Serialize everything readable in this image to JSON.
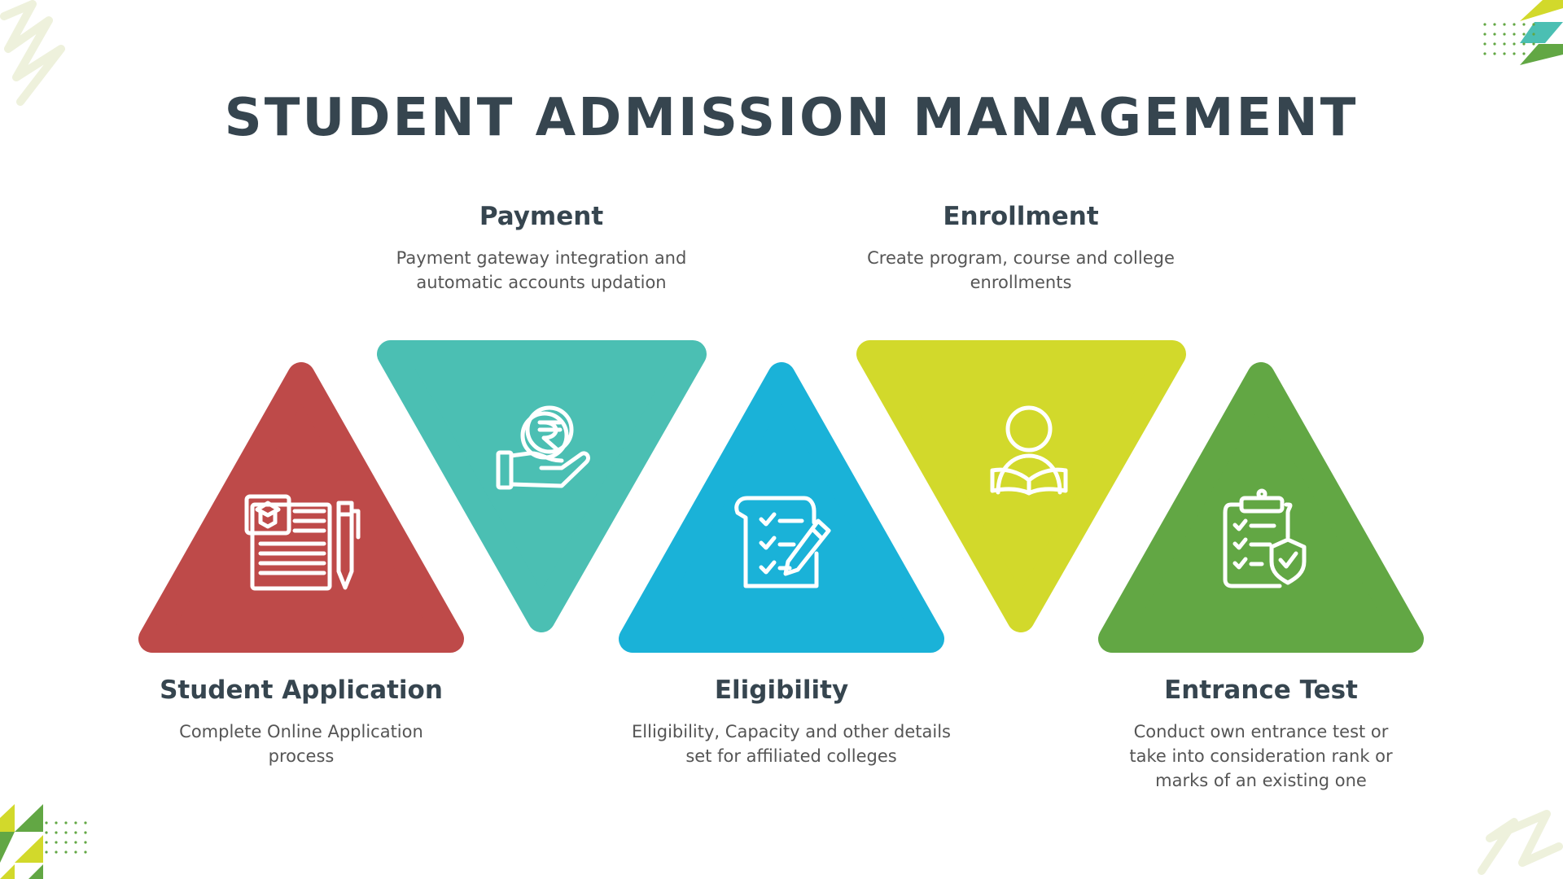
{
  "title": "STUDENT ADMISSION MANAGEMENT",
  "steps": [
    {
      "heading": "Student Application",
      "description": [
        "Complete Online Application",
        "process"
      ],
      "color": "#BE4A49",
      "icon": "application-form-icon"
    },
    {
      "heading": "Payment",
      "description": [
        "Payment gateway integration and",
        "automatic accounts updation"
      ],
      "color": "#4BBFB3",
      "icon": "rupee-hand-icon"
    },
    {
      "heading": "Eligibility",
      "description": [
        "Elligibility, Capacity and other details",
        "set for affiliated colleges"
      ],
      "color": "#1AB2D8",
      "icon": "checklist-pen-icon"
    },
    {
      "heading": "Enrollment",
      "description": [
        "Create program, course and college",
        "enrollments"
      ],
      "color": "#D2D92B",
      "icon": "person-reading-icon"
    },
    {
      "heading": "Entrance Test",
      "description": [
        "Conduct own entrance test or",
        "take into consideration rank or",
        "marks of an existing one"
      ],
      "color": "#62A744",
      "icon": "clipboard-shield-icon"
    }
  ]
}
